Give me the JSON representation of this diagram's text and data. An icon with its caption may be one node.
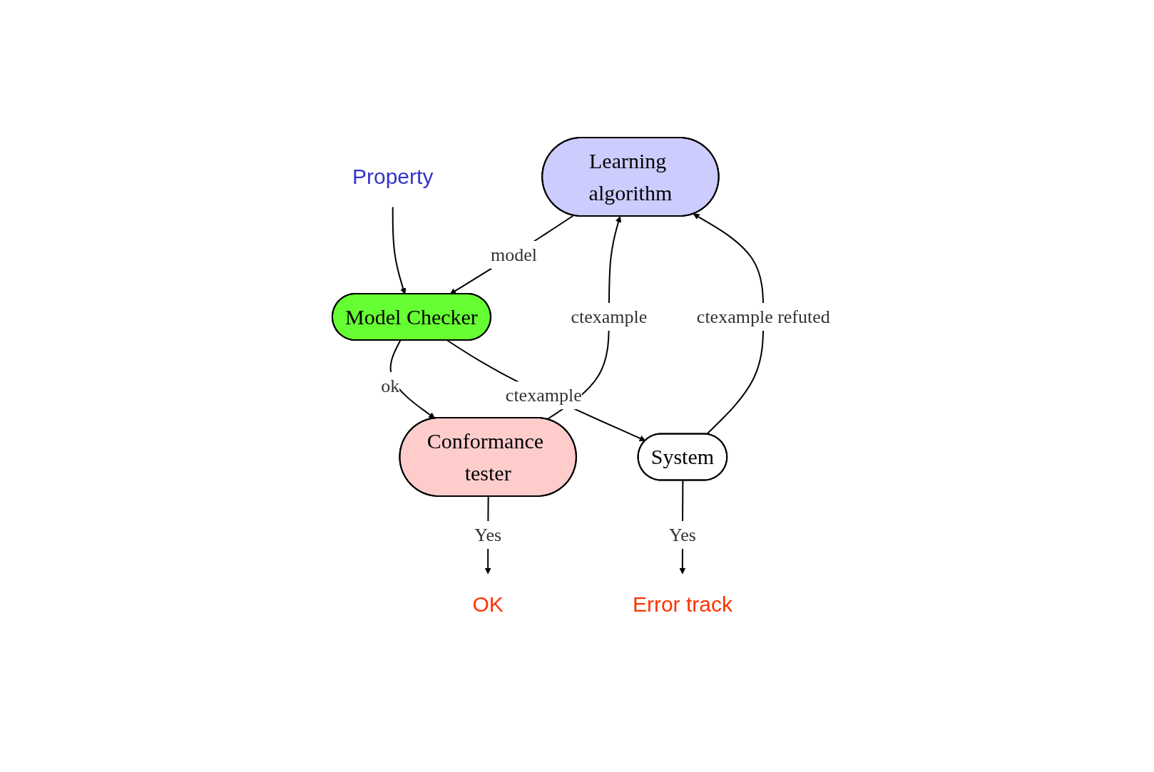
{
  "diagram": {
    "nodes": [
      {
        "text": [
          "Learning algorithm"
        ]
      },
      {
        "text": [
          "Model Checker"
        ]
      },
      {
        "text": [
          "Conformance tester"
        ]
      },
      {
        "text": [
          "System"
        ]
      },
      {
        "text": [
          "Property"
        ]
      },
      {
        "text": [
          "OK"
        ]
      },
      {
        "text": [
          "Error track"
        ]
      }
    ],
    "edges": [
      {
        "from": 0,
        "to": 1,
        "arrow": "to",
        "label": "model"
      },
      {
        "from": 4,
        "to": 1,
        "arrow": "to"
      },
      {
        "from": 1,
        "to": 2,
        "arrow": "to",
        "label": "ok"
      },
      {
        "from": 1,
        "to": 3,
        "arrow": "to",
        "label": "ctexample"
      },
      {
        "from": 2,
        "to": 0,
        "arrow": "to",
        "label": "ctexample"
      },
      {
        "from": 3,
        "to": 0,
        "arrow": "to",
        "label": "ctexample refuted"
      },
      {
        "from": 2,
        "to": 5,
        "arrow": "to",
        "label": "Yes"
      },
      {
        "from": 3,
        "to": 6,
        "arrow": "to",
        "label": "Yes"
      }
    ]
  }
}
